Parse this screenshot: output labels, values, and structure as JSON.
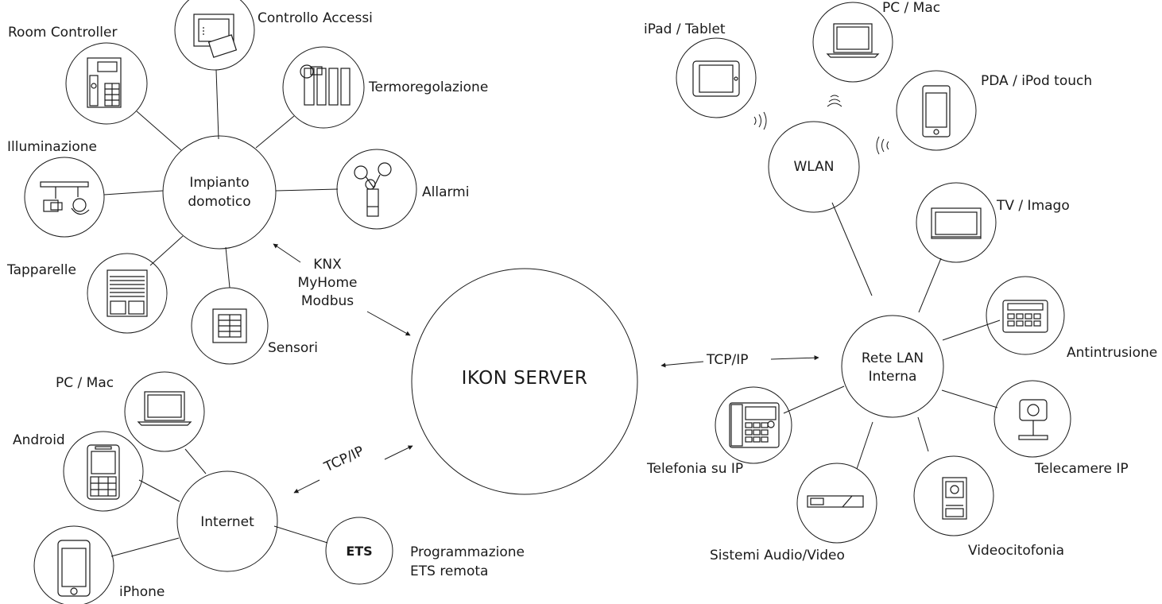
{
  "hubs": {
    "server": "IKON SERVER",
    "domotic": [
      "Impianto",
      "domotico"
    ],
    "lan": [
      "Rete LAN",
      "Interna"
    ],
    "wlan": "WLAN",
    "internet": "Internet",
    "ets_badge": "ETS"
  },
  "protocols": {
    "bus": [
      "KNX",
      "MyHome",
      "Modbus"
    ],
    "lan_link": "TCP/IP",
    "internet_link": "TCP/IP"
  },
  "domotic_devices": {
    "room_controller": "Room Controller",
    "access_control": "Controllo Accessi",
    "thermo": "Termoregolazione",
    "alarms": "Allarmi",
    "lighting": "Illuminazione",
    "shutters": "Tapparelle",
    "sensors": "Sensori"
  },
  "wlan_devices": {
    "ipad": "iPad / Tablet",
    "pc": "PC / Mac",
    "pda": "PDA / iPod touch"
  },
  "lan_devices": {
    "tv": "TV / Imago",
    "intrusion": "Antintrusione",
    "cameras": "Telecamere IP",
    "intercom": "Videocitofonia",
    "audio_video": "Sistemi Audio/Video",
    "voip": "Telefonia su IP"
  },
  "internet_devices": {
    "pc": "PC / Mac",
    "android": "Android",
    "iphone": "iPhone",
    "ets_remote": [
      "Programmazione",
      "ETS remota"
    ]
  },
  "colors": {
    "stroke": "#1a1a1a",
    "background": "#ffffff"
  }
}
